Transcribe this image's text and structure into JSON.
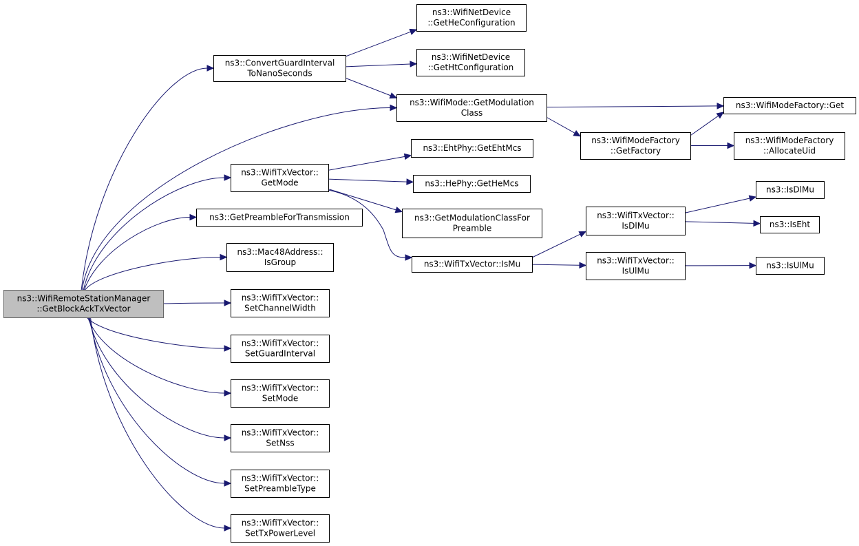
{
  "graph": {
    "colors": {
      "edge": "#191970",
      "root_fill": "#bfbfbf",
      "root_stroke": "#666666",
      "node_stroke": "#000000",
      "background": "#ffffff"
    },
    "nodes": [
      {
        "id": "root",
        "lines": [
          "ns3::WifiRemoteStationManager",
          "::GetBlockAckTxVector"
        ],
        "root": true
      },
      {
        "id": "convert_gi",
        "lines": [
          "ns3::ConvertGuardInterval",
          "ToNanoSeconds"
        ]
      },
      {
        "id": "get_he_conf",
        "lines": [
          "ns3::WifiNetDevice",
          "::GetHeConfiguration"
        ]
      },
      {
        "id": "get_ht_conf",
        "lines": [
          "ns3::WifiNetDevice",
          "::GetHtConfiguration"
        ]
      },
      {
        "id": "get_mod_class",
        "lines": [
          "ns3::WifiMode::GetModulation",
          "Class"
        ]
      },
      {
        "id": "factory_get",
        "lines": [
          "ns3::WifiModeFactory::Get"
        ]
      },
      {
        "id": "get_factory",
        "lines": [
          "ns3::WifiModeFactory",
          "::GetFactory"
        ]
      },
      {
        "id": "allocate_uid",
        "lines": [
          "ns3::WifiModeFactory",
          "::AllocateUid"
        ]
      },
      {
        "id": "get_mode",
        "lines": [
          "ns3::WifiTxVector::",
          "GetMode"
        ]
      },
      {
        "id": "eht_mcs",
        "lines": [
          "ns3::EhtPhy::GetEhtMcs"
        ]
      },
      {
        "id": "he_mcs",
        "lines": [
          "ns3::HePhy::GetHeMcs"
        ]
      },
      {
        "id": "mod_class_preamble",
        "lines": [
          "ns3::GetModulationClassFor",
          "Preamble"
        ]
      },
      {
        "id": "is_mu_vec",
        "lines": [
          "ns3::WifiTxVector::IsMu"
        ]
      },
      {
        "id": "is_dl_mu_vec",
        "lines": [
          "ns3::WifiTxVector::",
          "IsDlMu"
        ]
      },
      {
        "id": "is_dl_mu",
        "lines": [
          "ns3::IsDlMu"
        ]
      },
      {
        "id": "is_eht",
        "lines": [
          "ns3::IsEht"
        ]
      },
      {
        "id": "is_ul_mu_vec",
        "lines": [
          "ns3::WifiTxVector::",
          "IsUlMu"
        ]
      },
      {
        "id": "is_ul_mu",
        "lines": [
          "ns3::IsUlMu"
        ]
      },
      {
        "id": "get_preamble_tx",
        "lines": [
          "ns3::GetPreambleForTransmission"
        ]
      },
      {
        "id": "is_group",
        "lines": [
          "ns3::Mac48Address::",
          "IsGroup"
        ]
      },
      {
        "id": "set_channel_width",
        "lines": [
          "ns3::WifiTxVector::",
          "SetChannelWidth"
        ]
      },
      {
        "id": "set_guard_interval",
        "lines": [
          "ns3::WifiTxVector::",
          "SetGuardInterval"
        ]
      },
      {
        "id": "set_mode",
        "lines": [
          "ns3::WifiTxVector::",
          "SetMode"
        ]
      },
      {
        "id": "set_nss",
        "lines": [
          "ns3::WifiTxVector::",
          "SetNss"
        ]
      },
      {
        "id": "set_preamble_type",
        "lines": [
          "ns3::WifiTxVector::",
          "SetPreambleType"
        ]
      },
      {
        "id": "set_tx_power",
        "lines": [
          "ns3::WifiTxVector::",
          "SetTxPowerLevel"
        ]
      }
    ],
    "edges": [
      {
        "from": "root",
        "to": "convert_gi"
      },
      {
        "from": "root",
        "to": "get_mod_class"
      },
      {
        "from": "root",
        "to": "get_mode"
      },
      {
        "from": "root",
        "to": "get_preamble_tx"
      },
      {
        "from": "root",
        "to": "is_group"
      },
      {
        "from": "root",
        "to": "set_channel_width"
      },
      {
        "from": "root",
        "to": "set_guard_interval"
      },
      {
        "from": "root",
        "to": "set_mode"
      },
      {
        "from": "root",
        "to": "set_nss"
      },
      {
        "from": "root",
        "to": "set_preamble_type"
      },
      {
        "from": "root",
        "to": "set_tx_power"
      },
      {
        "from": "convert_gi",
        "to": "get_he_conf"
      },
      {
        "from": "convert_gi",
        "to": "get_ht_conf"
      },
      {
        "from": "convert_gi",
        "to": "get_mod_class"
      },
      {
        "from": "get_mod_class",
        "to": "factory_get"
      },
      {
        "from": "get_mod_class",
        "to": "get_factory"
      },
      {
        "from": "get_factory",
        "to": "factory_get"
      },
      {
        "from": "get_factory",
        "to": "allocate_uid"
      },
      {
        "from": "get_mode",
        "to": "eht_mcs"
      },
      {
        "from": "get_mode",
        "to": "he_mcs"
      },
      {
        "from": "get_mode",
        "to": "mod_class_preamble"
      },
      {
        "from": "get_mode",
        "to": "is_mu_vec"
      },
      {
        "from": "is_mu_vec",
        "to": "is_dl_mu_vec"
      },
      {
        "from": "is_mu_vec",
        "to": "is_ul_mu_vec"
      },
      {
        "from": "is_dl_mu_vec",
        "to": "is_dl_mu"
      },
      {
        "from": "is_dl_mu_vec",
        "to": "is_eht"
      },
      {
        "from": "is_ul_mu_vec",
        "to": "is_ul_mu"
      }
    ]
  }
}
